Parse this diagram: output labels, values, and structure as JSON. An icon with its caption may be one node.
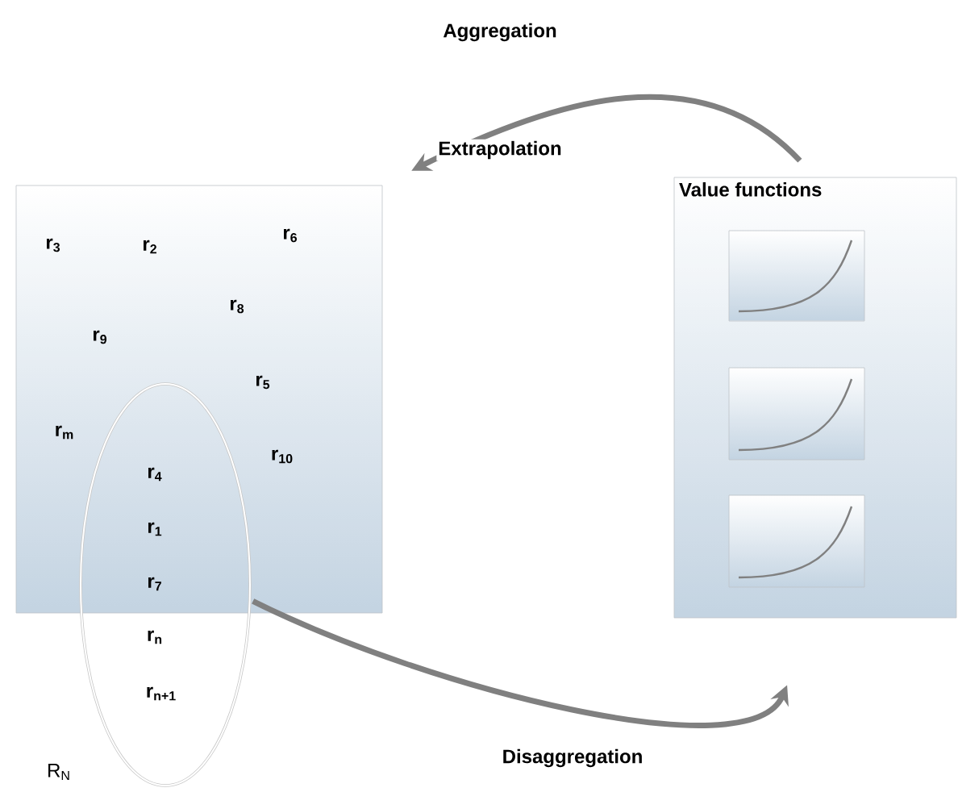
{
  "diagram": {
    "nodes": [
      {
        "text": [],
        "shape": "box"
      },
      {
        "text": [
          "Value functions"
        ]
      },
      {
        "text": [],
        "shape": "box",
        "in": 1
      },
      {
        "text": [],
        "shape": "box",
        "in": 1
      },
      {
        "text": [],
        "shape": "box",
        "in": 1
      },
      {
        "text": [],
        "shape": "ellipse",
        "beside": [
          "R$_{N}$"
        ]
      }
    ],
    "edges": [
      {
        "from": 1,
        "to": 0,
        "arrow": "to",
        "label": "Extrapolation"
      },
      {
        "from": 5,
        "to": 1,
        "arrow": "to",
        "label": "Disaggregation"
      }
    ],
    "labels": [
      "Aggregation",
      "r$_{6}$",
      "r$_{3}$",
      "r$_{2}$",
      "r$_{8}$",
      "r$_{9}$",
      "r$_{5}$",
      "r$_{m}$",
      "r$_{10}$",
      "r$_{4}$",
      "r$_{1}$",
      "r$_{7}$",
      "r$_{n}$",
      "r$_{n+1}$"
    ]
  }
}
